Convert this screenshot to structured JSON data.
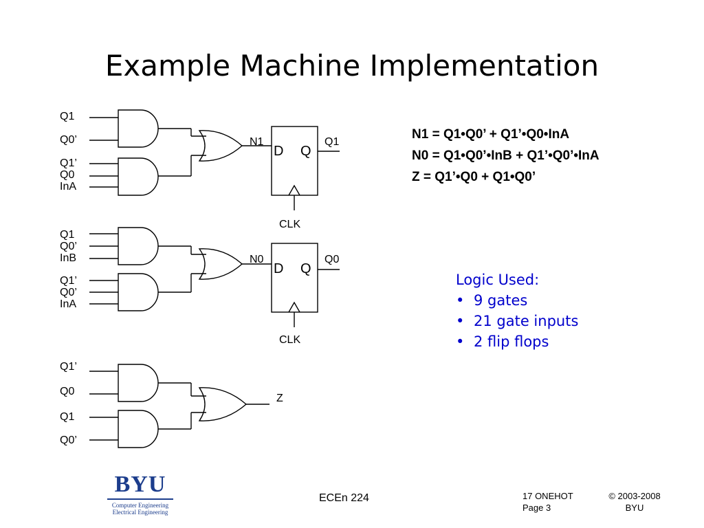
{
  "slide": {
    "title": "Example Machine Implementation"
  },
  "circuit1": {
    "inputs": [
      "Q1",
      "Q0’",
      "Q1’",
      "Q0",
      "InA"
    ],
    "wire_out": "N1",
    "ff_d": "D",
    "ff_q": "Q",
    "q_out": "Q1",
    "clk": "CLK"
  },
  "circuit2": {
    "inputs": [
      "Q1",
      "Q0’",
      "InB",
      "Q1’",
      "Q0’",
      "InA"
    ],
    "wire_out": "N0",
    "ff_d": "D",
    "ff_q": "Q",
    "q_out": "Q0",
    "clk": "CLK"
  },
  "circuit3": {
    "inputs": [
      "Q1’",
      "Q0",
      "Q1",
      "Q0’"
    ],
    "out": "Z"
  },
  "equations": [
    "N1 = Q1•Q0’ + Q1’•Q0•InA",
    "N0 = Q1•Q0’•InB + Q1’•Q0’•InA",
    "Z = Q1’•Q0 + Q1•Q0’"
  ],
  "logic_used": {
    "heading": "Logic Used:",
    "items": [
      "9 gates",
      "21 gate inputs",
      "2 flip flops"
    ],
    "color": "#0000cc"
  },
  "footer": {
    "logo": {
      "text": "BYU",
      "line1": "Computer Engineering",
      "line2": "Electrical Engineering",
      "color": "#1c3d8c"
    },
    "course": "ECEn 224",
    "module": "17 ONEHOT",
    "page": "Page 3",
    "copyright": "© 2003-2008",
    "org": "BYU"
  }
}
